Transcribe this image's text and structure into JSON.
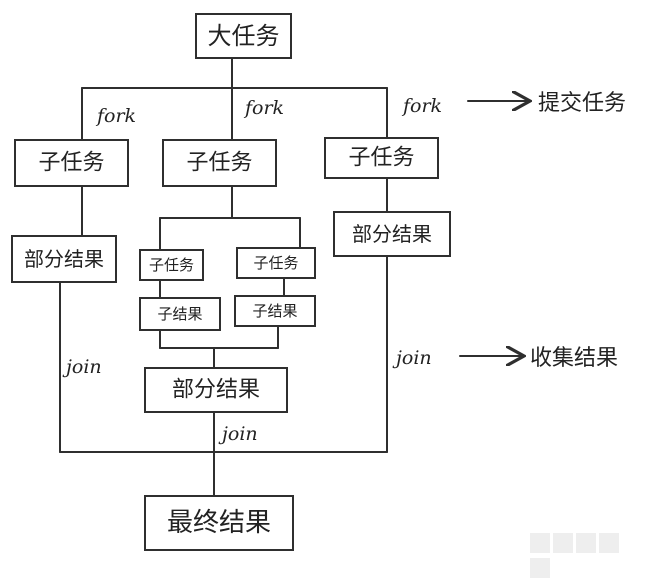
{
  "nodes": {
    "big_task": "大任务",
    "subtask_left": "子任务",
    "subtask_middle": "子任务",
    "subtask_right": "子任务",
    "partial_left": "部分结果",
    "partial_right": "部分结果",
    "inner_subtask_a": "子任务",
    "inner_subtask_b": "子任务",
    "inner_result_a": "子结果",
    "inner_result_b": "子结果",
    "partial_middle": "部分结果",
    "final_result": "最终结果"
  },
  "labels": {
    "fork_left": "fork",
    "fork_middle": "fork",
    "fork_right": "fork",
    "join_left": "join",
    "join_middle": "join",
    "join_right": "join"
  },
  "notes": {
    "submit_task": "提交任务",
    "collect_results": "收集结果"
  }
}
